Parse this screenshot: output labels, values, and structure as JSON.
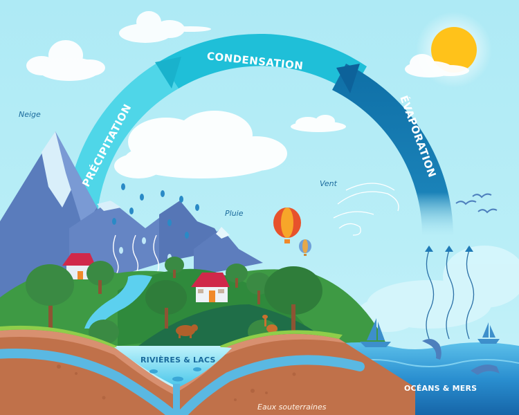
{
  "diagram": {
    "topic": "water-cycle",
    "arc_labels": {
      "precipitation": "PRÉCIPITATION",
      "condensation": "CONDENSATION",
      "evaporation": "ÉVAPORATION"
    },
    "labels": {
      "snow": "Neige",
      "rain": "Pluie",
      "wind": "Vent",
      "rivers_lakes": "RIVIÈRES & LACS",
      "oceans_seas": "OCÉANS & MERS",
      "groundwater": "Eaux souterraines"
    },
    "colors": {
      "sky": "#b4ecf6",
      "arc_precipitation": "#4fd6e8",
      "arc_condensation": "#1fbfd8",
      "arc_evaporation": "#0f6fa6",
      "sun": "#ffc21a",
      "mountain": "#5f82c0",
      "snow_cap": "#dff3fb",
      "grass": "#3e9a44",
      "soil": "#c0714a",
      "groundwater": "#5ab8e2",
      "ocean": "#2a8fd0",
      "label_dark_blue": "#1a6a9c",
      "roof": "#d0284a"
    }
  }
}
